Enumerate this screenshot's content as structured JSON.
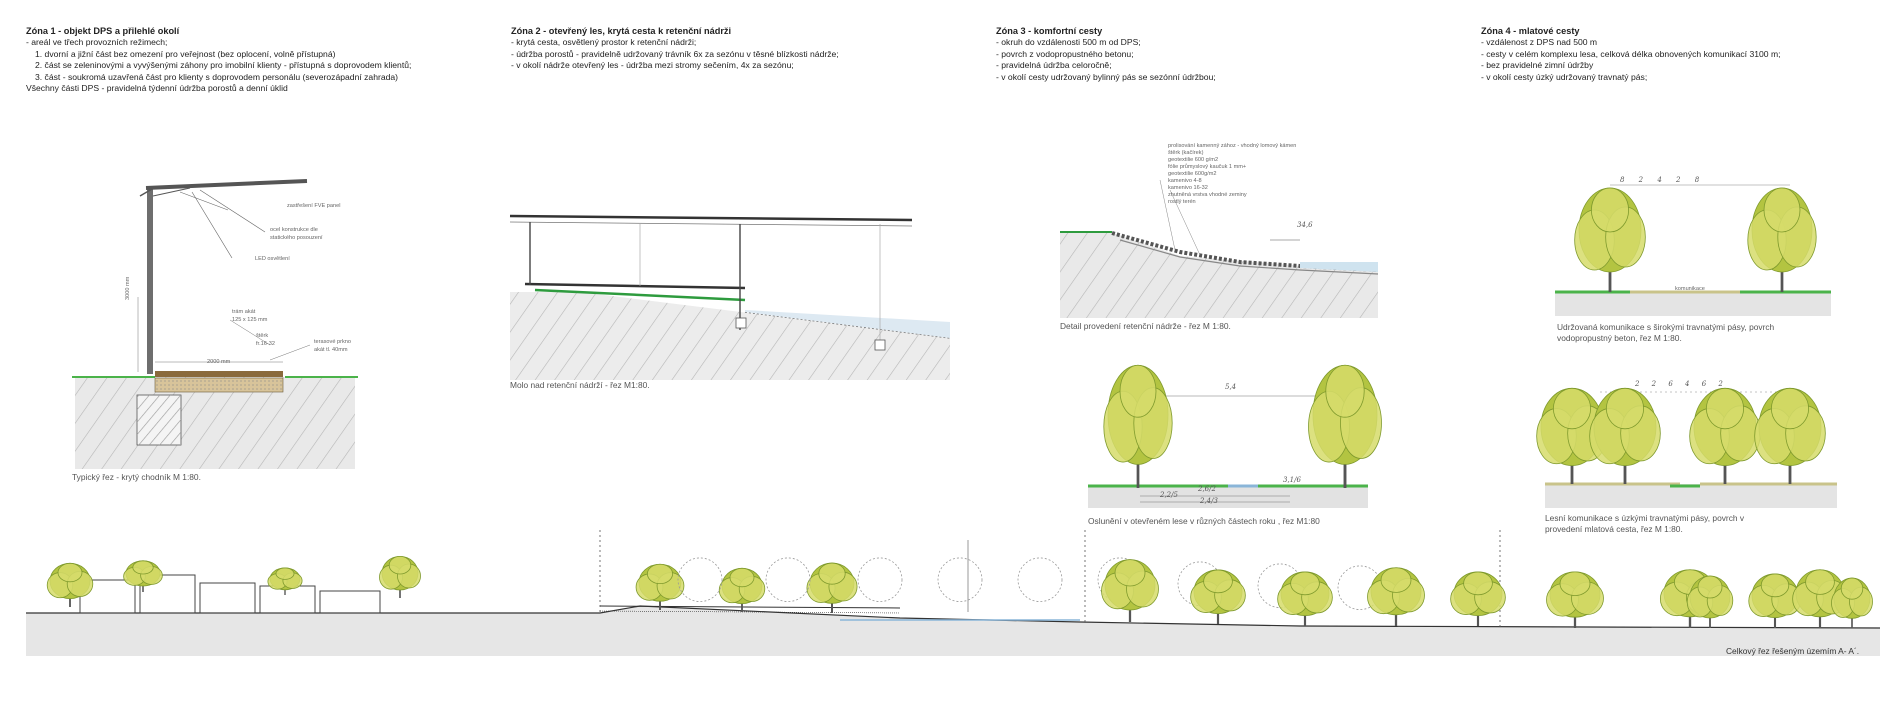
{
  "colors": {
    "tree_light": "#d6dc6a",
    "tree_mid": "#b3c441",
    "tree_dark": "#7f9a2d",
    "grass": "#4bb34a",
    "ground": "#e6e6e6",
    "hatch": "#b5b5b5"
  },
  "zones": [
    {
      "title": "Zóna 1 - objekt DPS a přilehlé okolí",
      "lines": [
        "- areál ve třech provozních režimech;",
        "1. dvorní a jižní část bez omezení pro veřejnost (bez oplocení, volně přístupná)",
        "2. část se zeleninovými a  vyvýšenými záhony pro imobilní klienty - přístupná s doprovodem klientů;",
        "3. část - soukromá uzavřená část pro klienty s doprovodem personálu (severozápadní zahrada)",
        "Všechny části DPS - pravidelná týdenní údržba porostů  a denní úklid"
      ]
    },
    {
      "title": "Zóna 2 - otevřený les, krytá cesta k retenční nádrži",
      "lines": [
        "- krytá cesta, osvětlený prostor k retenční nádrži;",
        "- údržba porostů - pravidelně udržovaný trávník 6x za sezónu v těsné blízkosti nádrže;",
        "- v okolí nádrže otevřený les - údržba mezi stromy sečením, 4x za sezónu;"
      ]
    },
    {
      "title": "Zóna 3 - komfortní cesty",
      "lines": [
        "- okruh do vzdálenosti 500 m od DPS;",
        "- povrch z vodopropustného betonu;",
        "- pravidelná údržba celoročně;",
        "- v okolí cesty udržovaný bylinný pás se sezónní údržbou;"
      ]
    },
    {
      "title": "Zóna 4 - mlatové cesty",
      "lines": [
        "- vzdálenost z DPS nad 500 m",
        "- cesty v celém komplexu lesa, celková délka obnovených komunikací 3100 m;",
        "- bez pravidelné zimní údržby",
        "- v okolí cesty úzký udržovaný travnatý pás;"
      ]
    }
  ],
  "captions": {
    "section1": "Typický řez - krytý chodník M 1:80.",
    "section2": "Molo nad retenční nádrží - řez M1:80.",
    "section3": "Detail provedení retenční nádrže - řez M 1:80.",
    "section4": "Oslunění v otevřeném lese v různých částech roku , řez M1:80",
    "section5a": "Udržovaná komunikace s širokými travnatými pásy, povrch",
    "section5b": "vodopropustný beton, řez M 1:80.",
    "section6a": "Lesní komunikace s úzkými travnatými pásy, povrch v",
    "section6b": "provedení mlatová cesta, řez M 1:80.",
    "overall": "Celkový řez řešeným územím A- A´."
  },
  "annotations1": {
    "pve": "zastřešení FVE panel",
    "steel1": "ocel konstrukce dle",
    "steel2": "statického posouzení",
    "led": "LED osvětlení",
    "height": "3000 mm",
    "beam1": "trám akát",
    "beam2": "125 x 125 mm",
    "gravel1": "štěrk",
    "gravel2": "fr.16-32",
    "width": "2000 mm",
    "deck1": "terasové prkno",
    "deck2": "akát tl. 40mm"
  },
  "annotations3": [
    "prolisování kamenný zához - vhodný lomový kámen",
    "štěrk (kačírek)",
    "geotextilie 600 g/m2",
    "fólie průmyslový kaučuk 1 mm+",
    "geotextilie 600g/m2",
    "kamenivo 4-8",
    "kamenivo 16-32",
    "zhutněná vrstva vhodné zeminy",
    "rostlý terén"
  ],
  "hand_labels": {
    "water_level": "34,6",
    "dim_top": "5,4",
    "dim_a": "2,2/5",
    "dim_b": "2,6/2",
    "dim_c": "2,4/3",
    "dim_d": "3,1/6",
    "dims5": "8   2   4   2   8",
    "dims6": "2  2  6  4  6  2",
    "path5": "komunikace"
  }
}
